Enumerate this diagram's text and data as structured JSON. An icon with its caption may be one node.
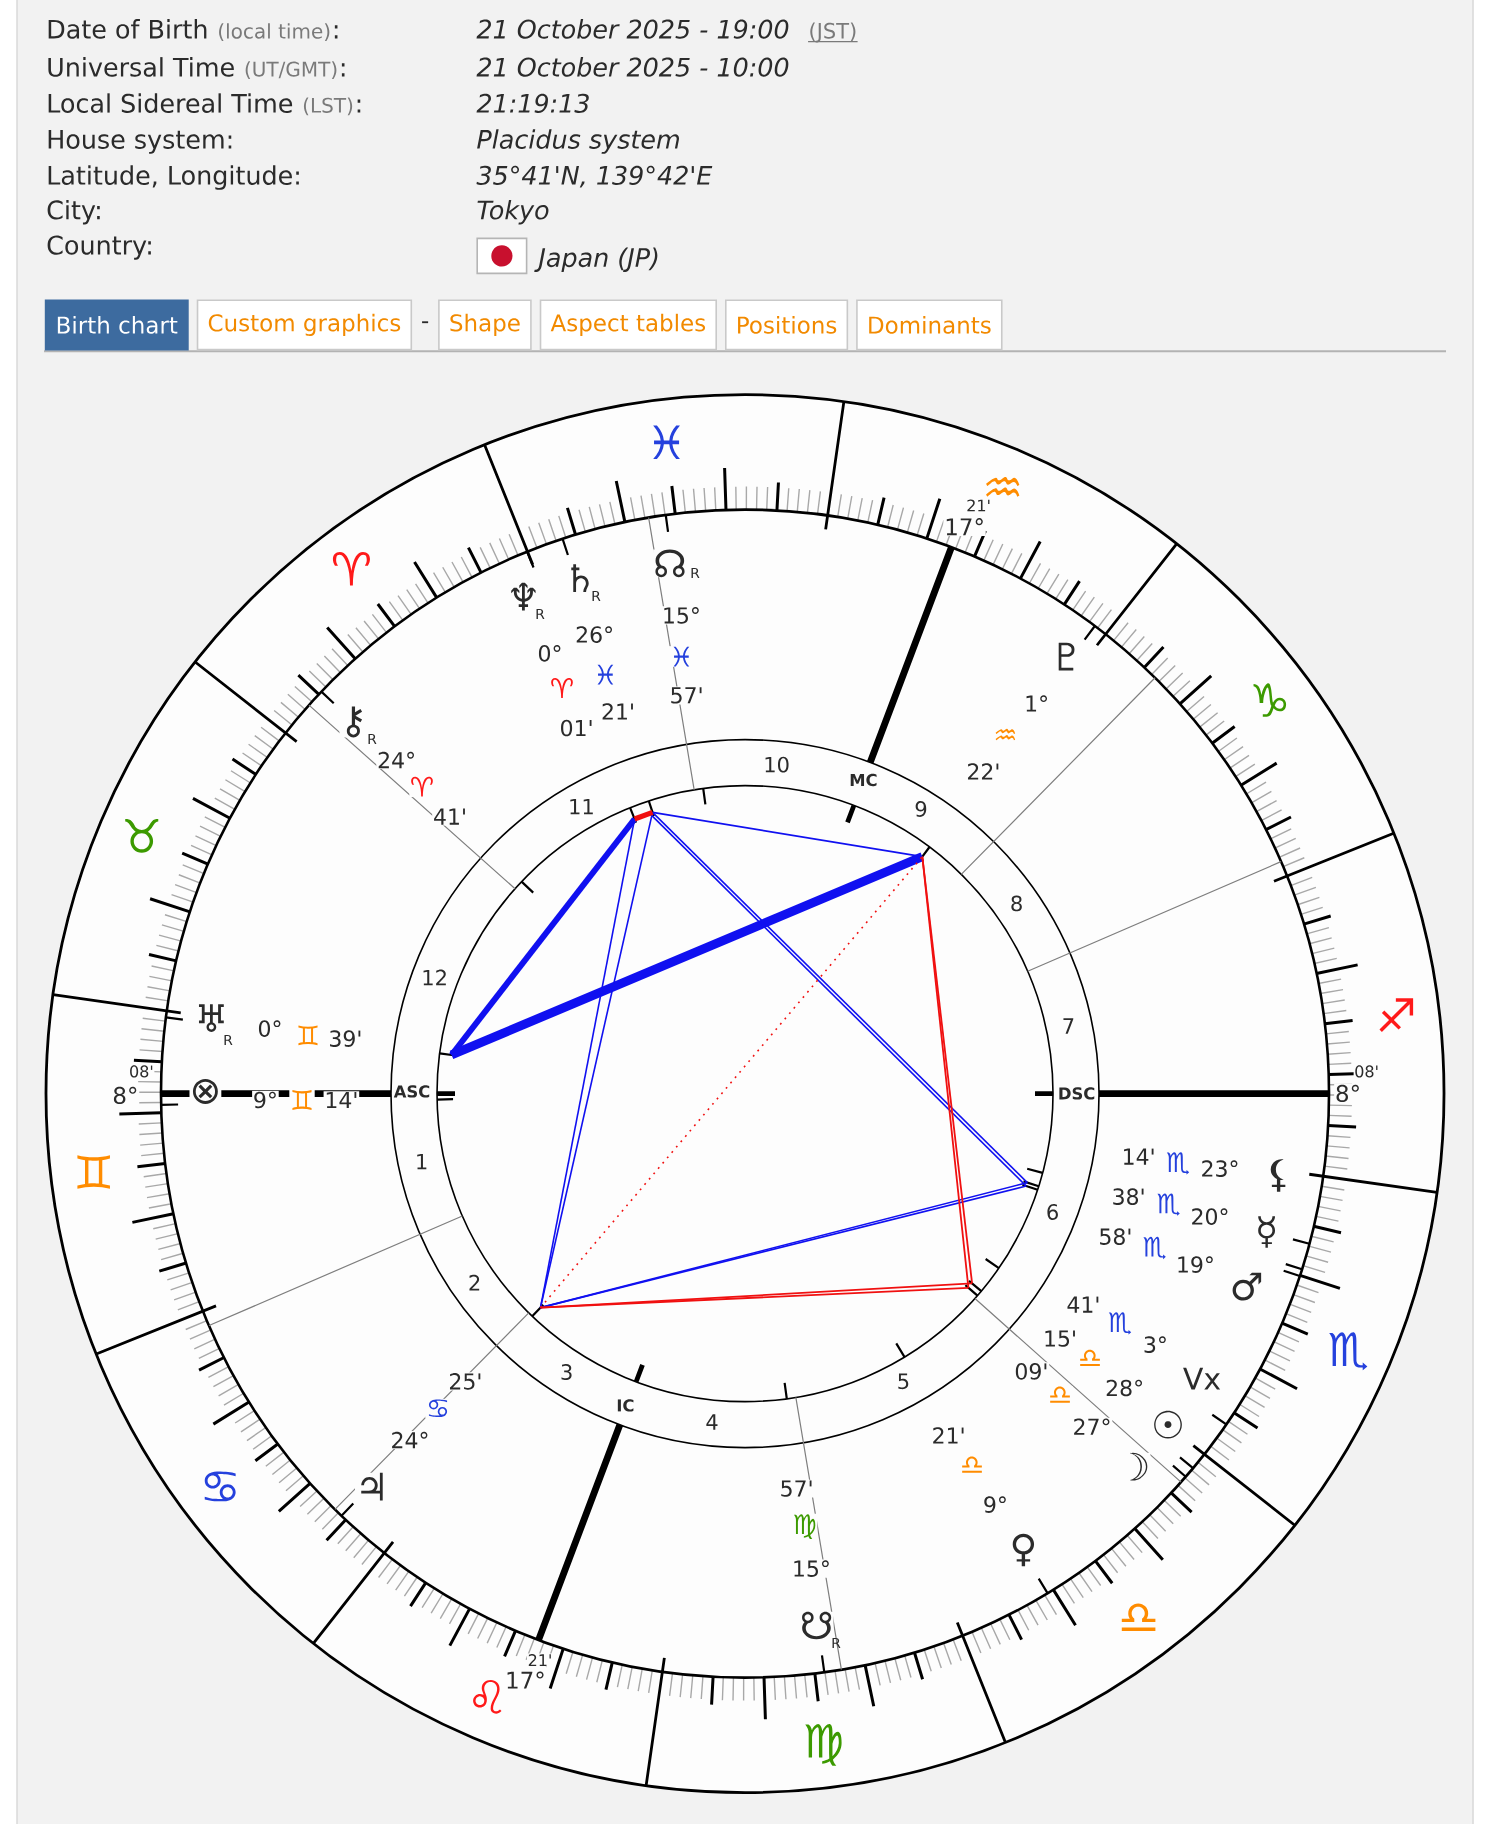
{
  "diagram": {
    "nodes": [
      {
        "text": [
          "Birth chart"
        ]
      },
      {
        "text": [
          "Custom graphics"
        ]
      },
      {
        "text": [
          "Shape"
        ]
      },
      {
        "text": [
          "Aspect tables"
        ]
      },
      {
        "text": [
          "Positions"
        ]
      },
      {
        "text": [
          "Dominants"
        ]
      }
    ],
    "labels": [
      "Date of Birth",
      "(local time)",
      ":",
      "21 October 2025 - 19:00",
      "(JST)",
      "Universal Time",
      "(UT/GMT)",
      ":",
      "21 October 2025 - 10:00",
      "Local Sidereal Time",
      "(LST)",
      ":",
      "21:19:13",
      "House system:",
      "Placidus system",
      "Latitude, Longitude:",
      "35°41'N, 139°42'E",
      "City:",
      "Tokyo",
      "Country:",
      "Japan (JP)",
      "-",
      "♓",
      "♒",
      "♈",
      "♑",
      "♉",
      "♐",
      "♊",
      "♏",
      "♋",
      "♎",
      "♌",
      "♍",
      "21'",
      "17°",
      "10",
      "MC",
      "11",
      "9",
      "8",
      "12",
      "7",
      "08'",
      "8°",
      "ASC",
      "DSC",
      "08'",
      "8°",
      "1",
      "6",
      "2",
      "3",
      "5",
      "IC",
      "4",
      "21'",
      "17°",
      "♆",
      "R",
      "0°",
      "♈",
      "01'",
      "♄",
      "R",
      "26°",
      "♓",
      "21'",
      "☊",
      "R",
      "15°",
      "♓",
      "57'",
      "♇",
      "1°",
      "♒",
      "22'",
      "⚷",
      "R",
      "24°",
      "♈",
      "41'",
      "♅",
      "R",
      "0°",
      "♊",
      "39'",
      "⊗",
      "9°",
      "♊",
      "14'",
      "14'",
      "♏",
      "23°",
      "⚸",
      "38'",
      "♏",
      "20°",
      "☿",
      "58'",
      "♏",
      "19°",
      "♂",
      "41'",
      "♏",
      "3°",
      "Vx",
      "15'",
      "♎",
      "28°",
      "☉",
      "09'",
      "♎",
      "27°",
      "☽",
      "25'",
      "♋",
      "24°",
      "♃",
      "21'",
      "♎",
      "9°",
      "♀",
      "57'",
      "♍",
      "15°",
      "☋",
      "R"
    ]
  }
}
